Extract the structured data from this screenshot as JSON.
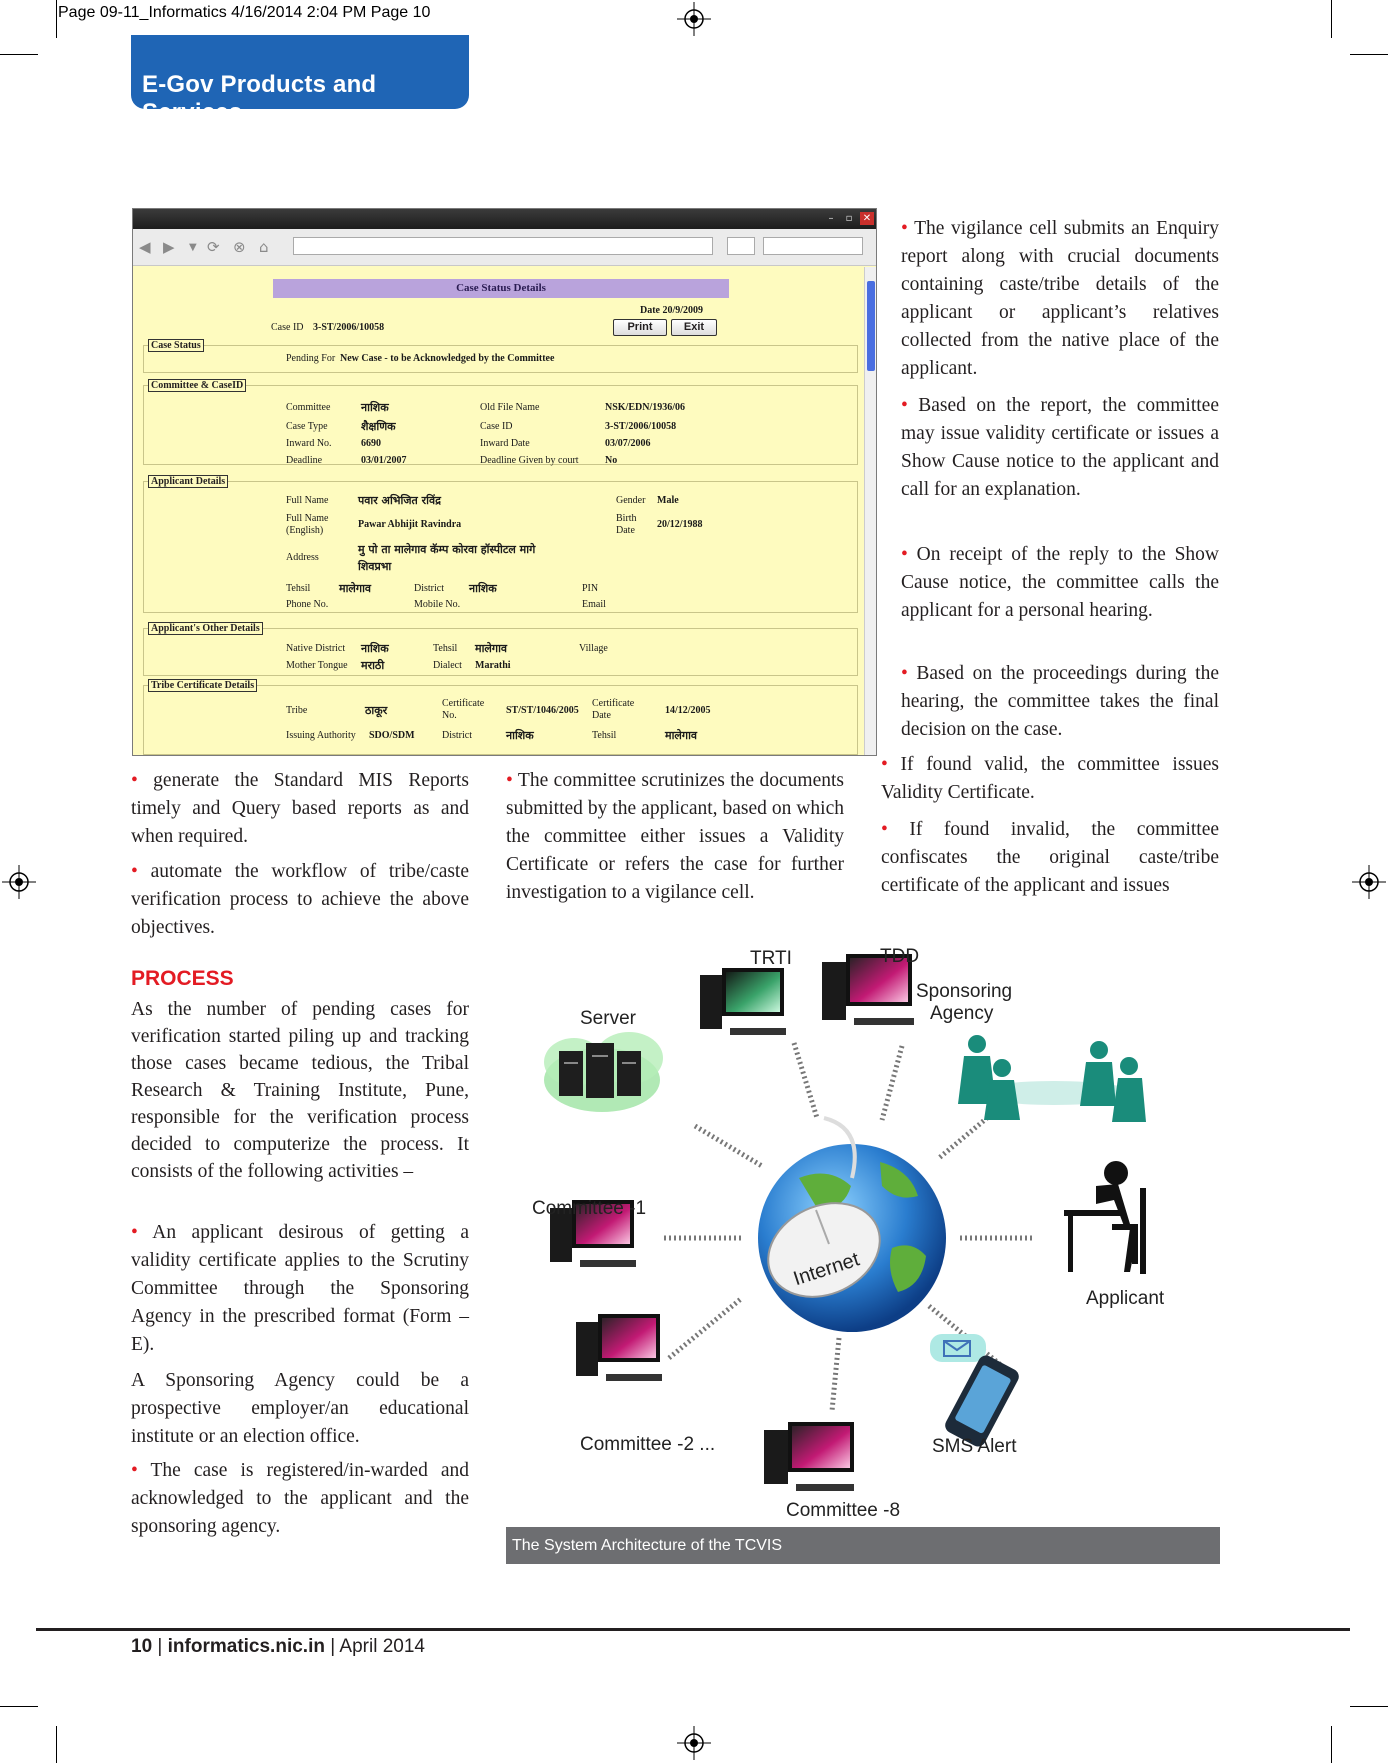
{
  "slug": "Page 09-11_Informatics  4/16/2014  2:04 PM  Page 10",
  "section_tab": "E-Gov Products and Services",
  "screenshot": {
    "title": "Case Status Details",
    "date": "Date 20/9/2009",
    "case_id_label": "Case ID",
    "case_id_value": "3-ST/2006/10058",
    "print_button": "Print",
    "exit_button": "Exit",
    "legends": [
      "Case Status",
      "Committee & CaseID",
      "Applicant Details",
      "Applicant's Other Details",
      "Tribe Certificate Details"
    ],
    "case_status": {
      "label": "Pending For",
      "value": "New Case - to be Acknowledged by the Committee"
    },
    "committee": {
      "committee_label": "Committee",
      "committee_value": "नाशिक",
      "case_type_label": "Case Type",
      "case_type_value": "शैक्षणिक",
      "inward_no_label": "Inward No.",
      "inward_no_value": "6690",
      "deadline_label": "Deadline",
      "deadline_value": "03/01/2007",
      "old_file_label": "Old File Name",
      "old_file_value": "NSK/EDN/1936/06",
      "case_id_label": "Case ID",
      "case_id_value": "3-ST/2006/10058",
      "inward_date_label": "Inward Date",
      "inward_date_value": "03/07/2006",
      "deadline_court_label": "Deadline Given by court",
      "deadline_court_value": "No"
    },
    "applicant": {
      "full_name_label": "Full Name",
      "full_name_value": "पवार अभिजित रविंद्र",
      "full_name_en_label": "Full Name (English)",
      "full_name_en_value": "Pawar Abhijit Ravindra",
      "gender_label": "Gender",
      "gender_value": "Male",
      "birth_label": "Birth Date",
      "birth_value": "20/12/1988",
      "address_label": "Address",
      "address_value_1": "मु पो ता मालेगाव कॅम्प कोरवा हॉस्पीटल मागे",
      "address_value_2": "शिवप्रभा",
      "tehsil_label": "Tehsil",
      "tehsil_value": "मालेगाव",
      "district_label": "District",
      "district_value": "नाशिक",
      "pin_label": "PIN",
      "phone_label": "Phone No.",
      "mobile_label": "Mobile No.",
      "email_label": "Email"
    },
    "other": {
      "native_label": "Native District",
      "native_value": "नाशिक",
      "tehsil_label": "Tehsil",
      "tehsil_value": "मालेगाव",
      "village_label": "Village",
      "tongue_label": "Mother Tongue",
      "tongue_value": "मराठी",
      "dialect_label": "Dialect",
      "dialect_value": "Marathi"
    },
    "tribe": {
      "tribe_label": "Tribe",
      "tribe_value": "ठाकूर",
      "cert_no_label": "Certificate No.",
      "cert_no_value": "ST/ST/1046/2005",
      "cert_date_label": "Certificate Date",
      "cert_date_value": "14/12/2005",
      "authority_label": "Issuing Authority",
      "authority_value": "SDO/SDM",
      "district_label": "District",
      "district_value": "नाशिक",
      "tehsil_label": "Tehsil",
      "tehsil_value": "मालेगाव"
    }
  },
  "col1": {
    "p1": "generate the Standard MIS Reports timely and Query based reports as and when required.",
    "p2": "automate the workflow of tribe/caste verification process to achieve the above objectives.",
    "heading": "PROCESS",
    "p3": "As the number of pending cases for verification started piling up and tracking those cases became tedious, the Tribal Research & Training Institute, Pune, responsible for the verification process decided to computerize the process. It consists of the following activities –",
    "p4": "An applicant desirous of getting a validity certificate applies to the Scrutiny Committee through the Sponsoring Agency in the prescribed format (Form – E).",
    "p5": "A Sponsoring Agency could be a prospective employer/an educational institute or an election office.",
    "p6": "The case is registered/in-warded and acknowledged to the applicant and the sponsoring agency."
  },
  "col2": {
    "p1": "The committee scrutinizes the documents submitted by the applicant, based on which the committee either issues a Validity Certificate or refers the case for further investigation to a vigilance cell."
  },
  "col3": {
    "p1": "The vigilance cell submits an Enquiry report along with crucial documents containing caste/tribe details of the applicant or applicant’s relatives collected from the native place of the applicant.",
    "p2": "Based on the report, the committee may issue validity certificate or issues a Show Cause notice to the applicant and call for an explanation.",
    "p3": "On receipt of the reply to the Show Cause notice, the committee calls the applicant for a personal hearing.",
    "p4": "Based on the proceedings during the hearing, the committee takes the final decision on the case.",
    "p5": "If found valid, the committee issues Validity Certificate.",
    "p6": "If found invalid, the committee confiscates the original caste/tribe certificate of the applicant and issues"
  },
  "diagram": {
    "trti": "TRTI",
    "tdd": "TDD",
    "server": "Server",
    "sponsoring_1": "Sponsoring",
    "sponsoring_2": "Agency",
    "committee_1": "Committee -1",
    "applicant": "Applicant",
    "internet": "Internet",
    "committee_2": "Committee -2 ...",
    "sms": "SMS Alert",
    "committee_8": "Committee -8"
  },
  "caption": "The System Architecture of the TCVIS",
  "footer": {
    "page": "10",
    "site": "informatics.nic.in",
    "date": "April 2014"
  },
  "colors": {
    "accent": "#e31b23",
    "tab": "#1f65b5",
    "caption_bg": "#6d6e71",
    "screen_bg": "#fefbbf"
  }
}
